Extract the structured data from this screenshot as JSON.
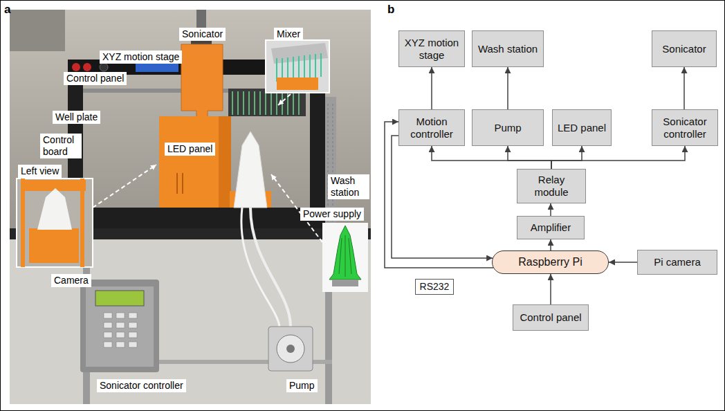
{
  "diagram": {
    "nodes": [
      {
        "text": [
          "XYZ motion stage"
        ]
      },
      {
        "text": [
          "Wash station"
        ]
      },
      {
        "text": [
          "Sonicator"
        ]
      },
      {
        "text": [
          "Motion controller"
        ]
      },
      {
        "text": [
          "Pump"
        ]
      },
      {
        "text": [
          "LED panel"
        ]
      },
      {
        "text": [
          "Sonicator controller"
        ]
      },
      {
        "text": [
          "Relay module"
        ]
      },
      {
        "text": [
          "Amplifier"
        ]
      },
      {
        "text": [
          "Raspberry Pi"
        ]
      },
      {
        "text": [
          "Pi camera"
        ]
      },
      {
        "text": [
          "RS232"
        ]
      },
      {
        "text": [
          "Control panel"
        ]
      }
    ],
    "edges": [
      {
        "from": 3,
        "to": 0,
        "arrow": "to"
      },
      {
        "from": 4,
        "to": 1,
        "arrow": "to"
      },
      {
        "from": 6,
        "to": 2,
        "arrow": "to"
      },
      {
        "from": 7,
        "to": 3,
        "arrow": "to"
      },
      {
        "from": 7,
        "to": 4,
        "arrow": "to"
      },
      {
        "from": 7,
        "to": 5,
        "arrow": "to"
      },
      {
        "from": 7,
        "to": 6,
        "arrow": "to"
      },
      {
        "from": 8,
        "to": 7,
        "arrow": "to"
      },
      {
        "from": 9,
        "to": 8,
        "arrow": "to"
      },
      {
        "from": 10,
        "to": 9,
        "arrow": "to"
      },
      {
        "from": 12,
        "to": 9,
        "arrow": "to"
      },
      {
        "from": 9,
        "to": 3,
        "arrow": "to"
      },
      {
        "from": 3,
        "to": 9,
        "arrow": "to"
      }
    ],
    "labels": [
      "a",
      "XYZ motion stage",
      "Sonicator",
      "Mixer",
      "Control panel",
      "Well plate",
      "Control board",
      "LED panel",
      "Wash station",
      "Left view",
      "Power supply",
      "Camera",
      "Sonicator controller",
      "Pump",
      "b"
    ]
  }
}
